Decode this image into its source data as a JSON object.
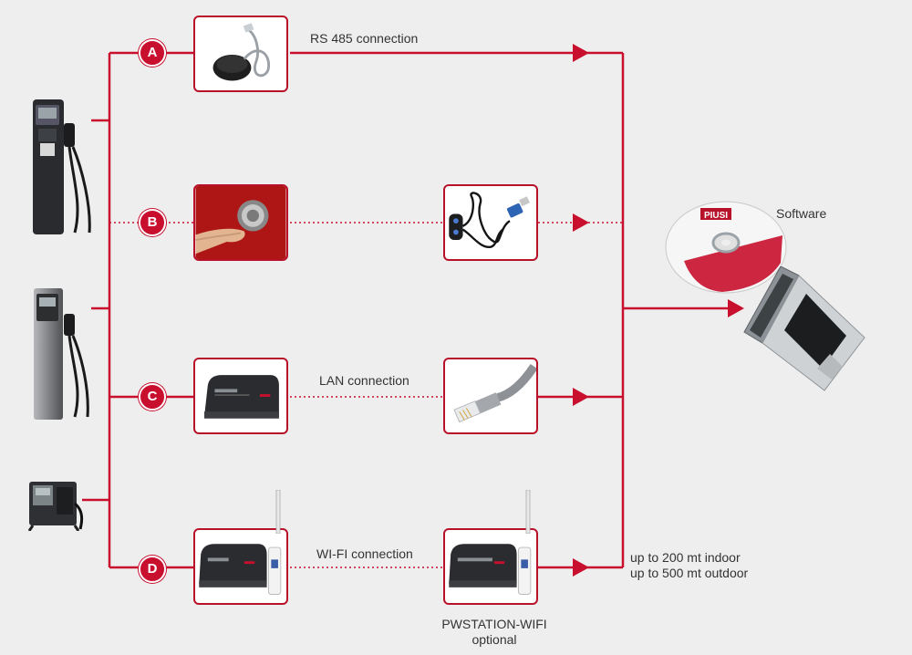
{
  "connections": {
    "a": {
      "badge": "A",
      "label": "RS 485 connection"
    },
    "b": {
      "badge": "B"
    },
    "c": {
      "badge": "C",
      "label": "LAN connection"
    },
    "d": {
      "badge": "D",
      "label": "WI-FI connection"
    }
  },
  "software": {
    "label": "Software",
    "cd_logo": "PIUSI"
  },
  "range_note": {
    "line1": "up to 200 mt indoor",
    "line2": "up to 500 mt outdoor"
  },
  "pwstation": {
    "line1": "PWSTATION-WIFI",
    "line2": "optional"
  },
  "colors": {
    "accent": "#c8102e",
    "background": "#efeeee"
  }
}
